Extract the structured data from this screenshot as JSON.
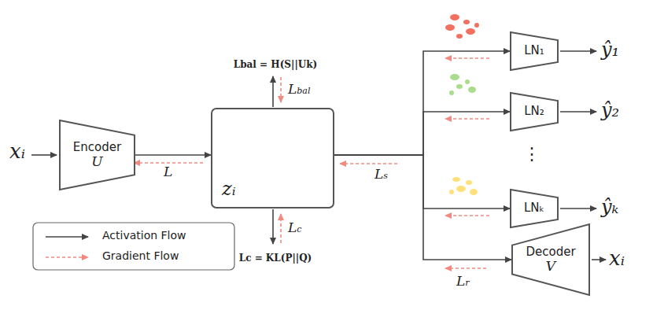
{
  "diagram": {
    "nodes": [
      {
        "text": [
          "Encoder",
          "U"
        ]
      },
      {
        "text": [
          "zᵢ"
        ]
      },
      {
        "text": [
          "LN₁"
        ]
      },
      {
        "text": [
          "LN₂"
        ]
      },
      {
        "text": [
          "LNₖ"
        ]
      },
      {
        "text": [
          "Decoder",
          "V"
        ]
      }
    ],
    "edges": [
      {
        "from": 0,
        "to": 1,
        "arrow": "to"
      },
      {
        "from": 1,
        "to": 2,
        "arrow": "to"
      },
      {
        "from": 1,
        "to": 3,
        "arrow": "to"
      },
      {
        "from": 1,
        "to": 4,
        "arrow": "to"
      },
      {
        "from": 1,
        "to": 5,
        "arrow": "to"
      }
    ],
    "labels": [
      "xᵢ",
      "L",
      "Lbal = H(S||Uk)",
      "Lbal",
      "Lc",
      "Lc = KL(P||Q)",
      "Ls",
      "⋮",
      "ŷ₁",
      "ŷ₂",
      "ŷₖ",
      "Lr",
      "xᵢ"
    ],
    "legend": [
      {
        "text": "Activation Flow"
      },
      {
        "text": "Gradient Flow"
      }
    ]
  }
}
